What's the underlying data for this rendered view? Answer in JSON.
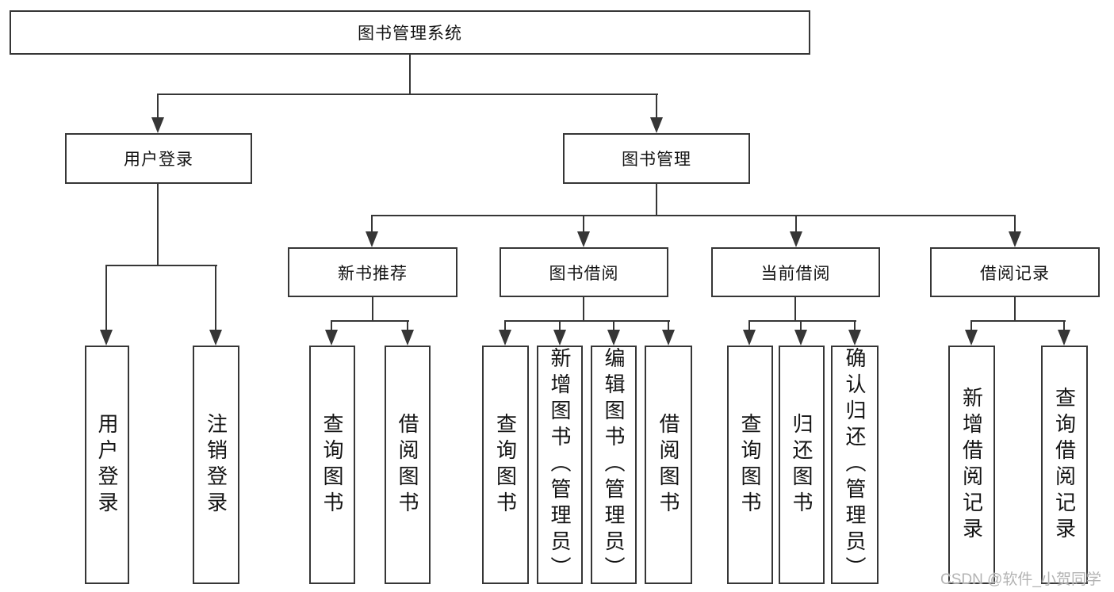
{
  "root": {
    "label": "图书管理系统"
  },
  "level2": {
    "user_login": {
      "label": "用户登录"
    },
    "book_mgmt": {
      "label": "图书管理"
    }
  },
  "level3": {
    "new_book_rec": {
      "label": "新书推荐"
    },
    "book_borrow": {
      "label": "图书借阅"
    },
    "current_borrow": {
      "label": "当前借阅"
    },
    "borrow_records": {
      "label": "借阅记录"
    }
  },
  "leaves": {
    "user_login": {
      "label": "用户登录"
    },
    "logout": {
      "label": "注销登录"
    },
    "nb_query_books": {
      "label": "查询图书"
    },
    "nb_borrow_books": {
      "label": "借阅图书"
    },
    "bb_query_books": {
      "label": "查询图书"
    },
    "bb_add_books": {
      "label": "新增图书（管理员）"
    },
    "bb_edit_books": {
      "label": "编辑图书（管理员）"
    },
    "bb_borrow_books": {
      "label": "借阅图书"
    },
    "cb_query_books": {
      "label": "查询图书"
    },
    "cb_return_books": {
      "label": "归还图书"
    },
    "cb_confirm_return": {
      "label": "确认归还（管理员）"
    },
    "br_add_record": {
      "label": "新增借阅记录"
    },
    "br_query_record": {
      "label": "查询借阅记录"
    }
  },
  "watermark": {
    "text": "CSDN @软件_小贺同学"
  },
  "colors": {
    "line": "#363636",
    "text": "#141414",
    "watermark": "#b3b3b3",
    "background": "#ffffff"
  }
}
